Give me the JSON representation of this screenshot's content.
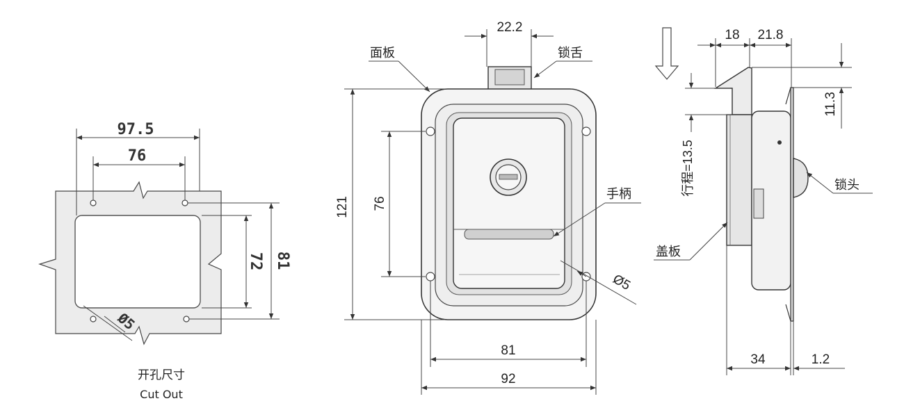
{
  "cutout": {
    "dim_width_outer": "97.5",
    "dim_width_inner": "76",
    "dim_height_outer": "81",
    "dim_height_inner": "72",
    "dim_hole": "Ø5",
    "caption_cn": "开孔尺寸",
    "caption_en": "Cut Out"
  },
  "front": {
    "dim_tongue_width": "22.2",
    "dim_height": "121",
    "dim_hole_spacing": "76",
    "dim_hole_width": "81",
    "dim_width": "92",
    "dim_hole": "Ø5",
    "label_panel": "面板",
    "label_tongue": "锁舌",
    "label_handle": "手柄"
  },
  "side": {
    "dim_top_a": "18",
    "dim_top_b": "21.8",
    "dim_right": "11.3",
    "dim_stroke": "行程=13.5",
    "dim_bottom_a": "34",
    "dim_bottom_b": "1.2",
    "label_lock_head": "锁头",
    "label_cover": "盖板"
  }
}
